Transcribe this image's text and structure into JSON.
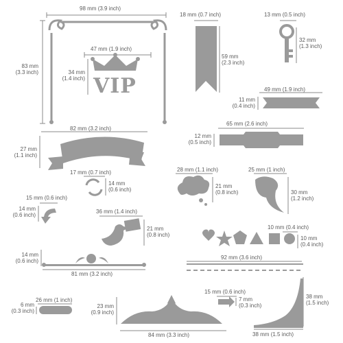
{
  "colors": {
    "shape": "#9a9a9a",
    "dim_line": "#8a8a8a",
    "text": "#5a5a5a",
    "background": "#ffffff"
  },
  "dims": {
    "frame_w": [
      "98 mm",
      "(3.9 inch)"
    ],
    "frame_h": [
      "83 mm",
      "(3.3 inch)"
    ],
    "crown_w": [
      "47 mm",
      "(1.9 inch)"
    ],
    "crown_h": [
      "34 mm",
      "(1.4 inch)"
    ],
    "bookmark_w": [
      "18 mm",
      "(0.7 inch)"
    ],
    "bookmark_h": [
      "59 mm",
      "(2.3 inch)"
    ],
    "key_w": [
      "13 mm",
      "(0.5 inch)"
    ],
    "key_h": [
      "32 mm",
      "(1.3 inch)"
    ],
    "banner_small_w": [
      "49 mm",
      "(1.9 inch)"
    ],
    "banner_small_h": [
      "11 mm",
      "(0.4 inch)"
    ],
    "ribbon_bar_w": [
      "65 mm",
      "(2.6 inch)"
    ],
    "ribbon_bar_h": [
      "12 mm",
      "(0.5 inch)"
    ],
    "banner_large_w": [
      "82 mm",
      "(3.2 inch)"
    ],
    "banner_large_h": [
      "27 mm",
      "(1.1 inch)"
    ],
    "recycle_w": [
      "17 mm",
      "(0.7 inch)"
    ],
    "recycle_h": [
      "14 mm",
      "(0.6 inch)"
    ],
    "cloud_w": [
      "28 mm",
      "(1.1 inch)"
    ],
    "cloud_h": [
      "21 mm",
      "(0.8 inch)"
    ],
    "speech_w": [
      "25 mm",
      "(1 inch)"
    ],
    "speech_h": [
      "30 mm",
      "(1.2 inch)"
    ],
    "arrow_w": [
      "15 mm",
      "(0.6 inch)"
    ],
    "arrow_h": [
      "14 mm",
      "(0.6 inch)"
    ],
    "bird_w": [
      "36 mm",
      "(1.4 inch)"
    ],
    "bird_h": [
      "21 mm",
      "(0.8 inch)"
    ],
    "shapes_w": [
      "10 mm",
      "(0.4 inch)"
    ],
    "shapes_h": [
      "10 mm",
      "(0.4 inch)"
    ],
    "divider_w": [
      "81 mm",
      "(3.2 inch)"
    ],
    "divider_h": [
      "14 mm",
      "(0.6 inch)"
    ],
    "rule_w": [
      "92 mm",
      "(3.6 inch)"
    ],
    "pill_w": [
      "26 mm",
      "(1 inch)"
    ],
    "pill_h": [
      "6 mm",
      "(0.3 inch)"
    ],
    "ornament_w": [
      "84 mm",
      "(3.3 inch)"
    ],
    "ornament_h": [
      "23 mm",
      "(0.9 inch)"
    ],
    "small_arrow_w": [
      "15 mm",
      "(0.6 inch)"
    ],
    "small_arrow_h": [
      "7 mm",
      "(0.3 inch)"
    ],
    "corner_w": [
      "38 mm",
      "(1.5 inch)"
    ],
    "corner_h": [
      "38 mm",
      "(1.5 inch)"
    ]
  },
  "vip_text": "VIP"
}
